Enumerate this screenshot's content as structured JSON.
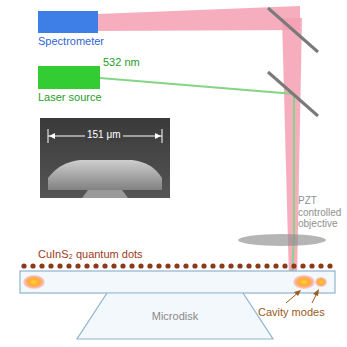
{
  "diagram": {
    "nodes": [
      {
        "text": [
          "Spectrometer"
        ]
      },
      {
        "text": [
          "Laser source"
        ]
      },
      {
        "text": [
          "Microdisk"
        ]
      }
    ],
    "labels": [
      "532 nm",
      "151 μm",
      "PZT controlled objective",
      "CuInS₂ quantum dots",
      "Cavity modes"
    ]
  }
}
